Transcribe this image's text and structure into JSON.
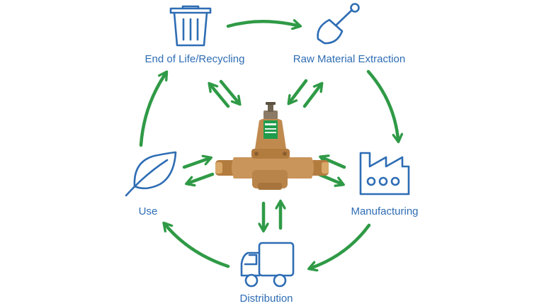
{
  "stages": [
    {
      "id": "end-of-life",
      "label": "End of Life/Recycling",
      "icon": "trash-can-icon"
    },
    {
      "id": "raw-material",
      "label": "Raw Material Extraction",
      "icon": "shovel-icon"
    },
    {
      "id": "manufacturing",
      "label": "Manufacturing",
      "icon": "factory-icon"
    },
    {
      "id": "distribution",
      "label": "Distribution",
      "icon": "delivery-truck-icon"
    },
    {
      "id": "use",
      "label": "Use",
      "icon": "leaf-icon"
    }
  ],
  "center": {
    "icon": "pressure-reducing-valve-image"
  },
  "colors": {
    "label_text": "#2e6db4",
    "icon_stroke": "#2e6db4",
    "arrow": "#2f9a46",
    "valve_bronze": "#c9955a",
    "valve_label": "#1f9c4c"
  }
}
